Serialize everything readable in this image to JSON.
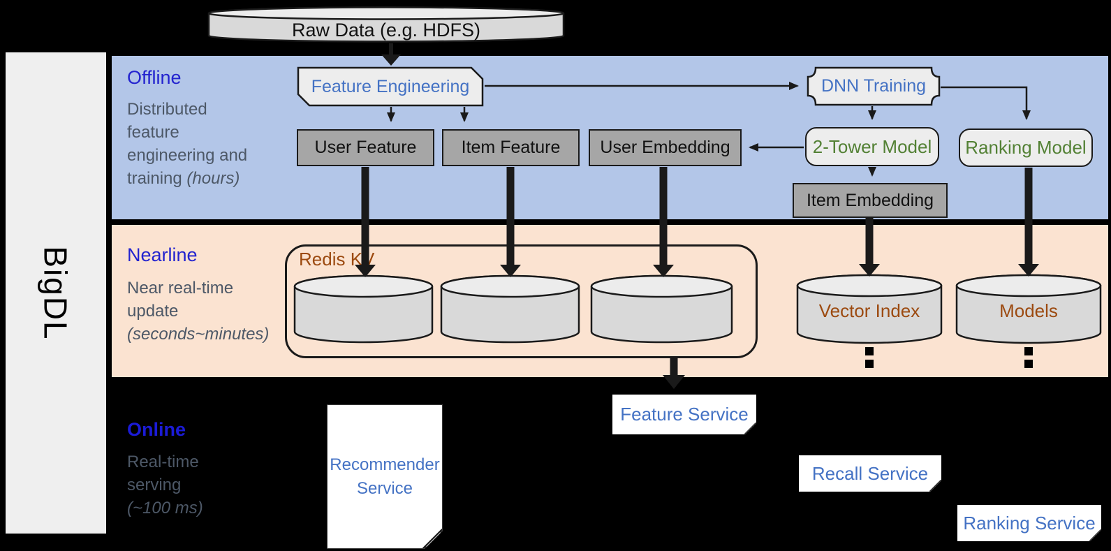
{
  "sidebar": {
    "label": "BigDL"
  },
  "raw_data_label": "Raw Data (e.g. HDFS)",
  "bands": {
    "offline": {
      "title": "Offline",
      "subtitle": "Distributed feature engineering and training",
      "subtitle_italic": "(hours)"
    },
    "nearline": {
      "title": "Nearline",
      "subtitle": "Near real-time update",
      "subtitle_italic": "(seconds~minutes)"
    },
    "online": {
      "title": "Online",
      "subtitle": "Real-time serving",
      "subtitle_italic": "(~100 ms)"
    }
  },
  "nodes": {
    "feature_engineering": "Feature Engineering",
    "dnn_training": "DNN Training",
    "user_feature": "User Feature",
    "item_feature": "Item Feature",
    "user_embedding": "User Embedding",
    "two_tower_model": "2-Tower Model",
    "ranking_model": "Ranking Model",
    "item_embedding": "Item Embedding",
    "redis_kv": "Redis KV",
    "vector_index": "Vector Index",
    "models": "Models",
    "recommender_service": "Recommender Service",
    "feature_service": "Feature Service",
    "recall_service": "Recall Service",
    "ranking_service": "Ranking Service"
  },
  "colors": {
    "offline_band": "#b3c6e8",
    "nearline_band": "#fbe3d1",
    "online_band": "#000000",
    "heading_blue": "#2323cf",
    "subtitle_gray": "#4d5867",
    "node_blue_text": "#4472c4",
    "node_green_text": "#538135",
    "store_brown_text": "#9c4a10",
    "dark_box_fill": "#a6a6a6",
    "light_shape_fill": "#ededed",
    "cylinder_fill": "#d9d9d9",
    "sidebar_fill": "#efefef"
  }
}
